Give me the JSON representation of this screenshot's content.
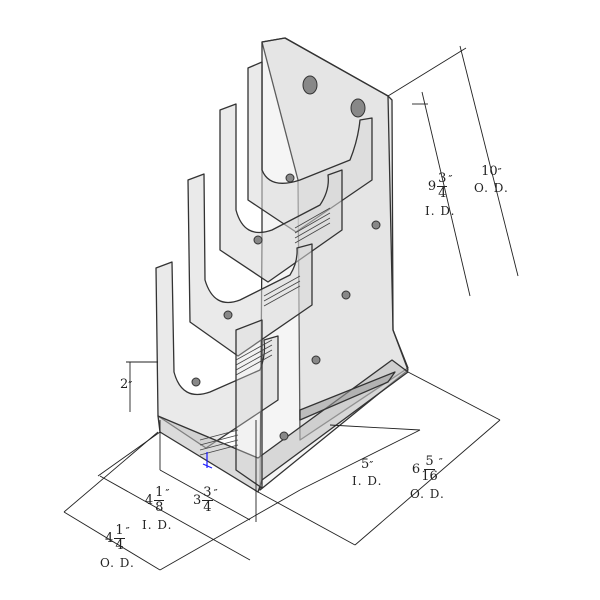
{
  "dimensions": {
    "height_id": {
      "whole": "9",
      "num": "3",
      "den": "4",
      "mark": "″",
      "tag": "I. D."
    },
    "height_od": {
      "whole": "10",
      "mark": "″",
      "tag": "O. D."
    },
    "pocket_height": {
      "whole": "2",
      "mark": "″"
    },
    "depth_id": {
      "whole": "5",
      "mark": "″",
      "tag": "I. D."
    },
    "depth_od": {
      "whole": "6",
      "num": "5",
      "den": "16",
      "mark": "″",
      "tag": "O. D."
    },
    "width_id": {
      "whole": "4",
      "num": "1",
      "den": "8",
      "mark": "″",
      "tag": "I. D."
    },
    "pocket_width": {
      "whole": "3",
      "num": "3",
      "den": "4",
      "mark": "″"
    },
    "width_od": {
      "whole": "4",
      "num": "1",
      "den": "4",
      "mark": "″",
      "tag": "O. D."
    }
  }
}
